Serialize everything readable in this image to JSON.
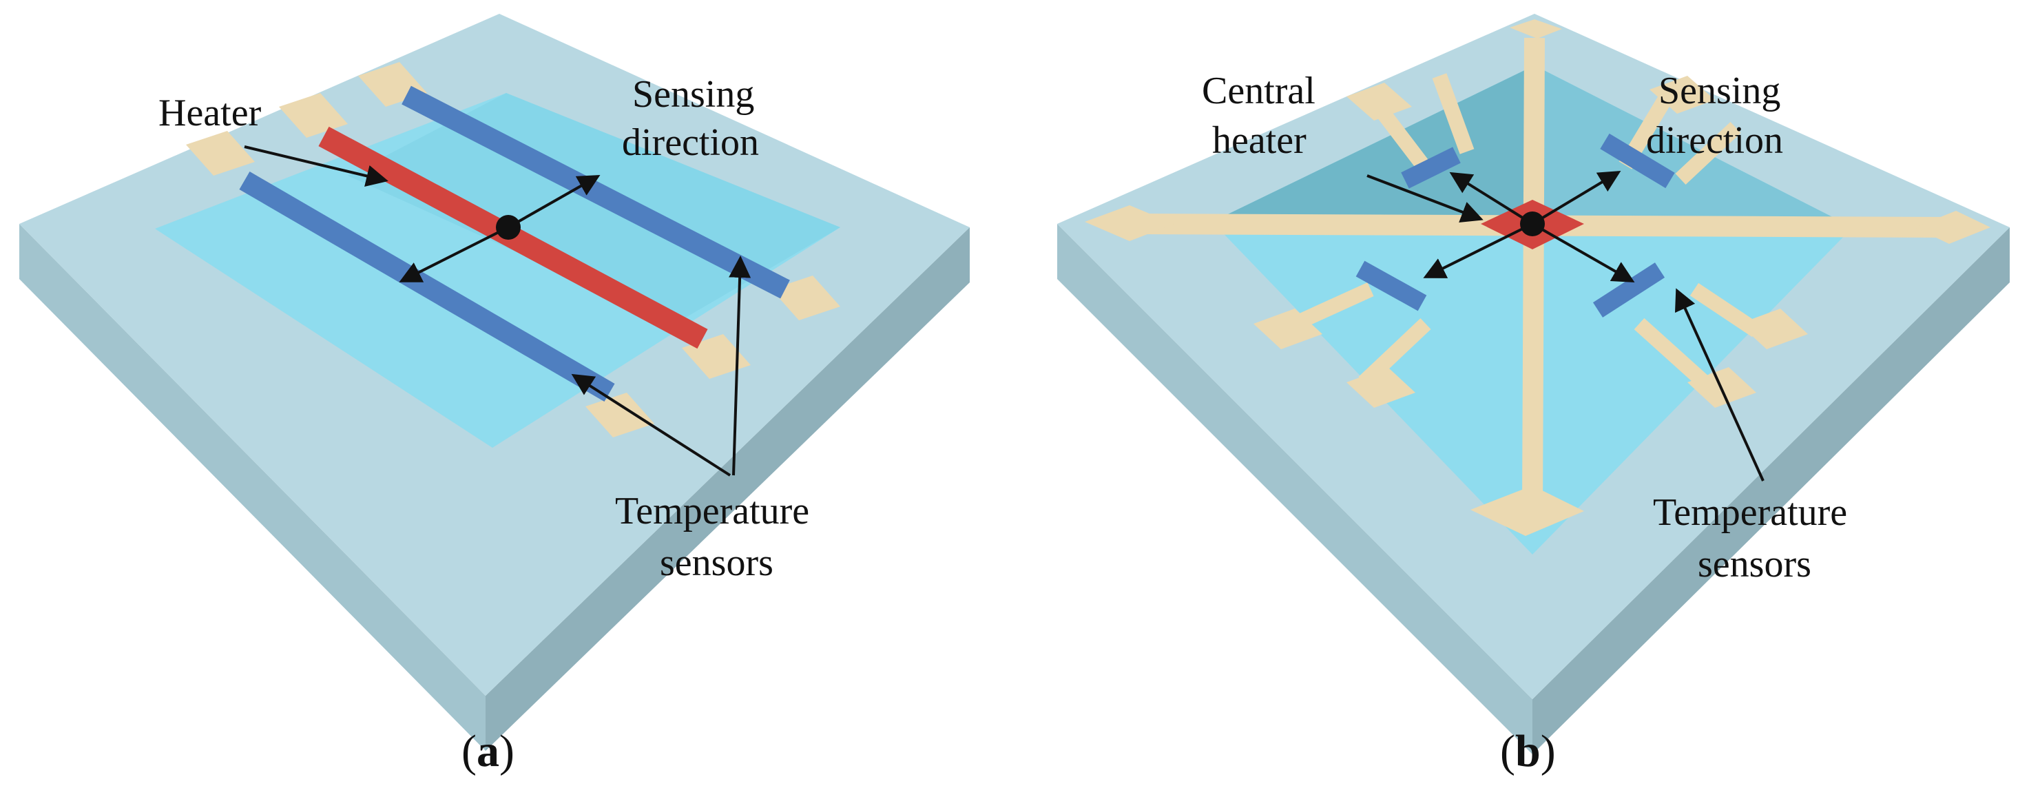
{
  "colors": {
    "substrate_top": "#b8d8e2",
    "substrate_left": "#a2c4ce",
    "substrate_right": "#8fb0ba",
    "cavity": "#8fdcee",
    "cavity_dark": "#78c2d6",
    "heater": "#d2453f",
    "sensor": "#4f7fc0",
    "pad": "#ebd9b1",
    "ink": "#111111"
  },
  "panel_a": {
    "labels": {
      "heater": "Heater",
      "sensing_line1": "Sensing",
      "sensing_line2": "direction",
      "temp_line1": "Temperature",
      "temp_line2": "sensors"
    },
    "caption": {
      "open": "(",
      "letter": "a",
      "close": ")"
    }
  },
  "panel_b": {
    "labels": {
      "central_line1": "Central",
      "central_line2": "heater",
      "sensing_line1": "Sensing",
      "sensing_line2": "direction",
      "temp_line1": "Temperature",
      "temp_line2": "sensors"
    },
    "caption": {
      "open": "(",
      "letter": "b",
      "close": ")"
    }
  }
}
